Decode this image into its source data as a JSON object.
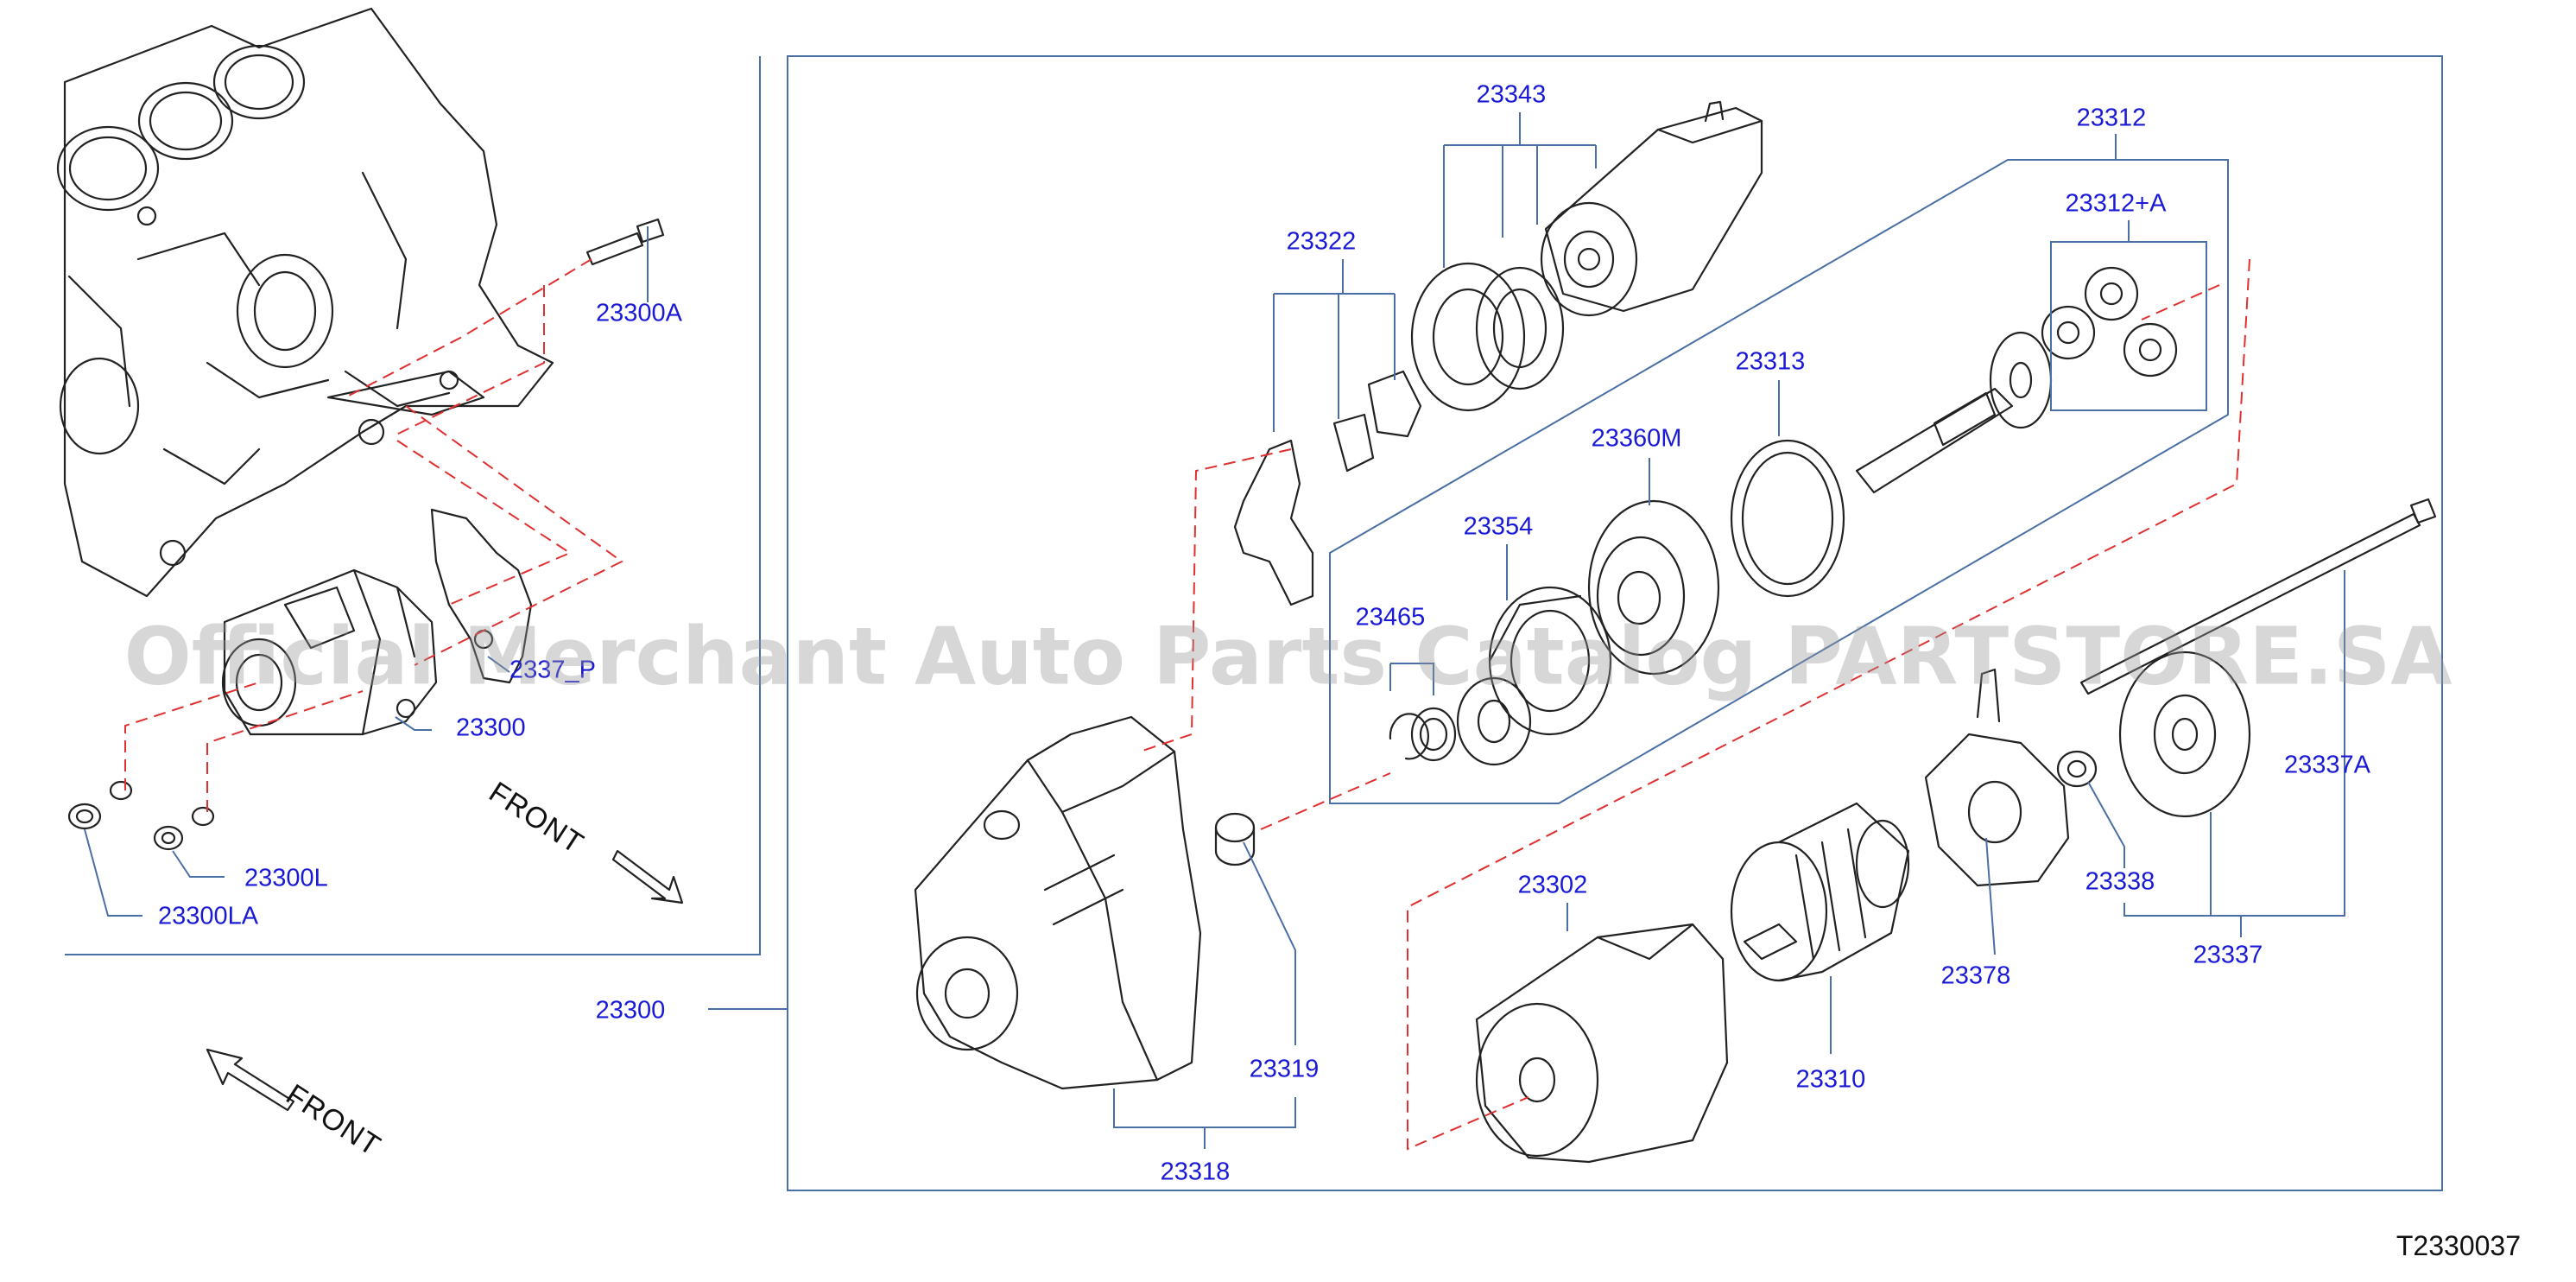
{
  "diagram": {
    "diagram_code": "T2330037",
    "front_labels": [
      "FRONT",
      "FRONT"
    ],
    "watermark": "Official Merchant Auto Parts Catalog PARTSTORE.SA",
    "left_panel": {
      "labels": {
        "p23300A": "23300A",
        "p23300": "23300",
        "p2337P": "2337_P",
        "p23300L": "23300L",
        "p23300LA": "23300LA"
      }
    },
    "exploded_view": {
      "assembly_label": "23300",
      "labels": {
        "p23343": "23343",
        "p23322": "23322",
        "p23312": "23312",
        "p23312A": "23312+A",
        "p23313": "23313",
        "p23360M": "23360M",
        "p23354": "23354",
        "p23465": "23465",
        "p23337A": "23337A",
        "p23338": "23338",
        "p23337": "23337",
        "p23302": "23302",
        "p23378": "23378",
        "p23310": "23310",
        "p23319": "23319",
        "p23318": "23318"
      }
    },
    "colors": {
      "label": "#1a1ad6",
      "leader_line": "#4a6fa5",
      "frame": "#4a6fa5",
      "dashed_line": "#e03030",
      "drawing": "#222222"
    }
  }
}
